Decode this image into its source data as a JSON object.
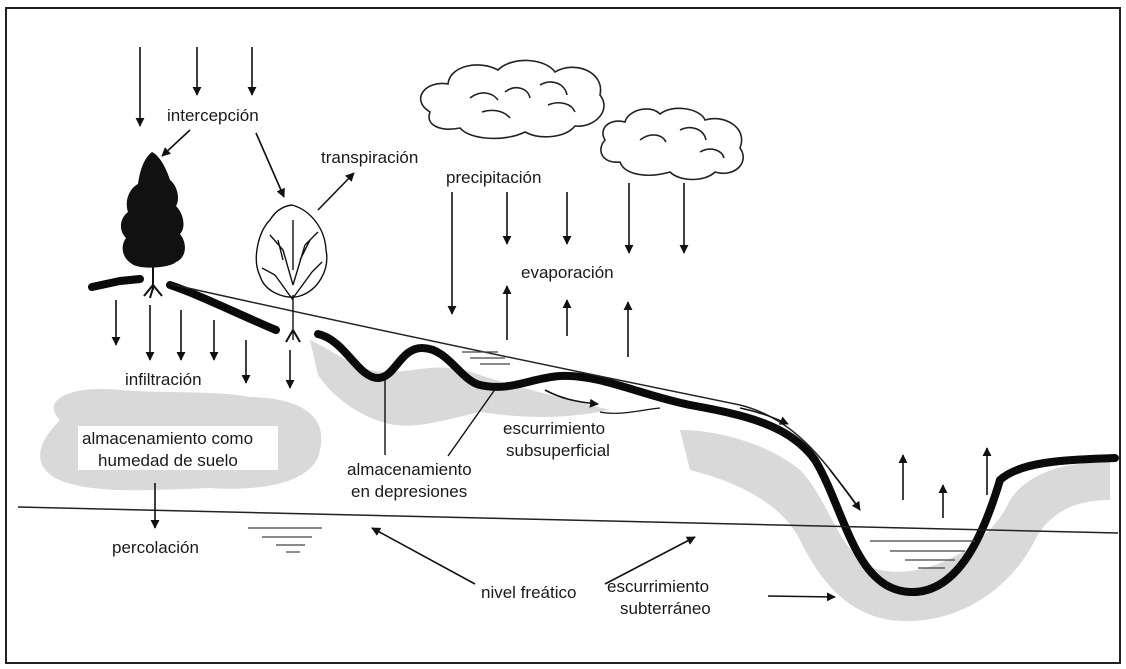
{
  "labels": {
    "interception": "intercepción",
    "transpiration": "transpiración",
    "precipitation": "precipitación",
    "evaporation": "evaporación",
    "infiltration": "infiltración",
    "soil_storage_line1": "almacenamiento como",
    "soil_storage_line2": "humedad de suelo",
    "depression_storage_line1": "almacenamiento",
    "depression_storage_line2": "en depresiones",
    "subsurface_runoff_line1": "escurrimiento",
    "subsurface_runoff_line2": "subsuperficial",
    "percolation": "percolación",
    "water_table": "nivel freático",
    "groundwater_runoff_line1": "escurrimiento",
    "groundwater_runoff_line2": "subterráneo"
  },
  "colors": {
    "ink": "#111111",
    "soil_moisture": "#d9d9d9",
    "background": "#ffffff"
  }
}
